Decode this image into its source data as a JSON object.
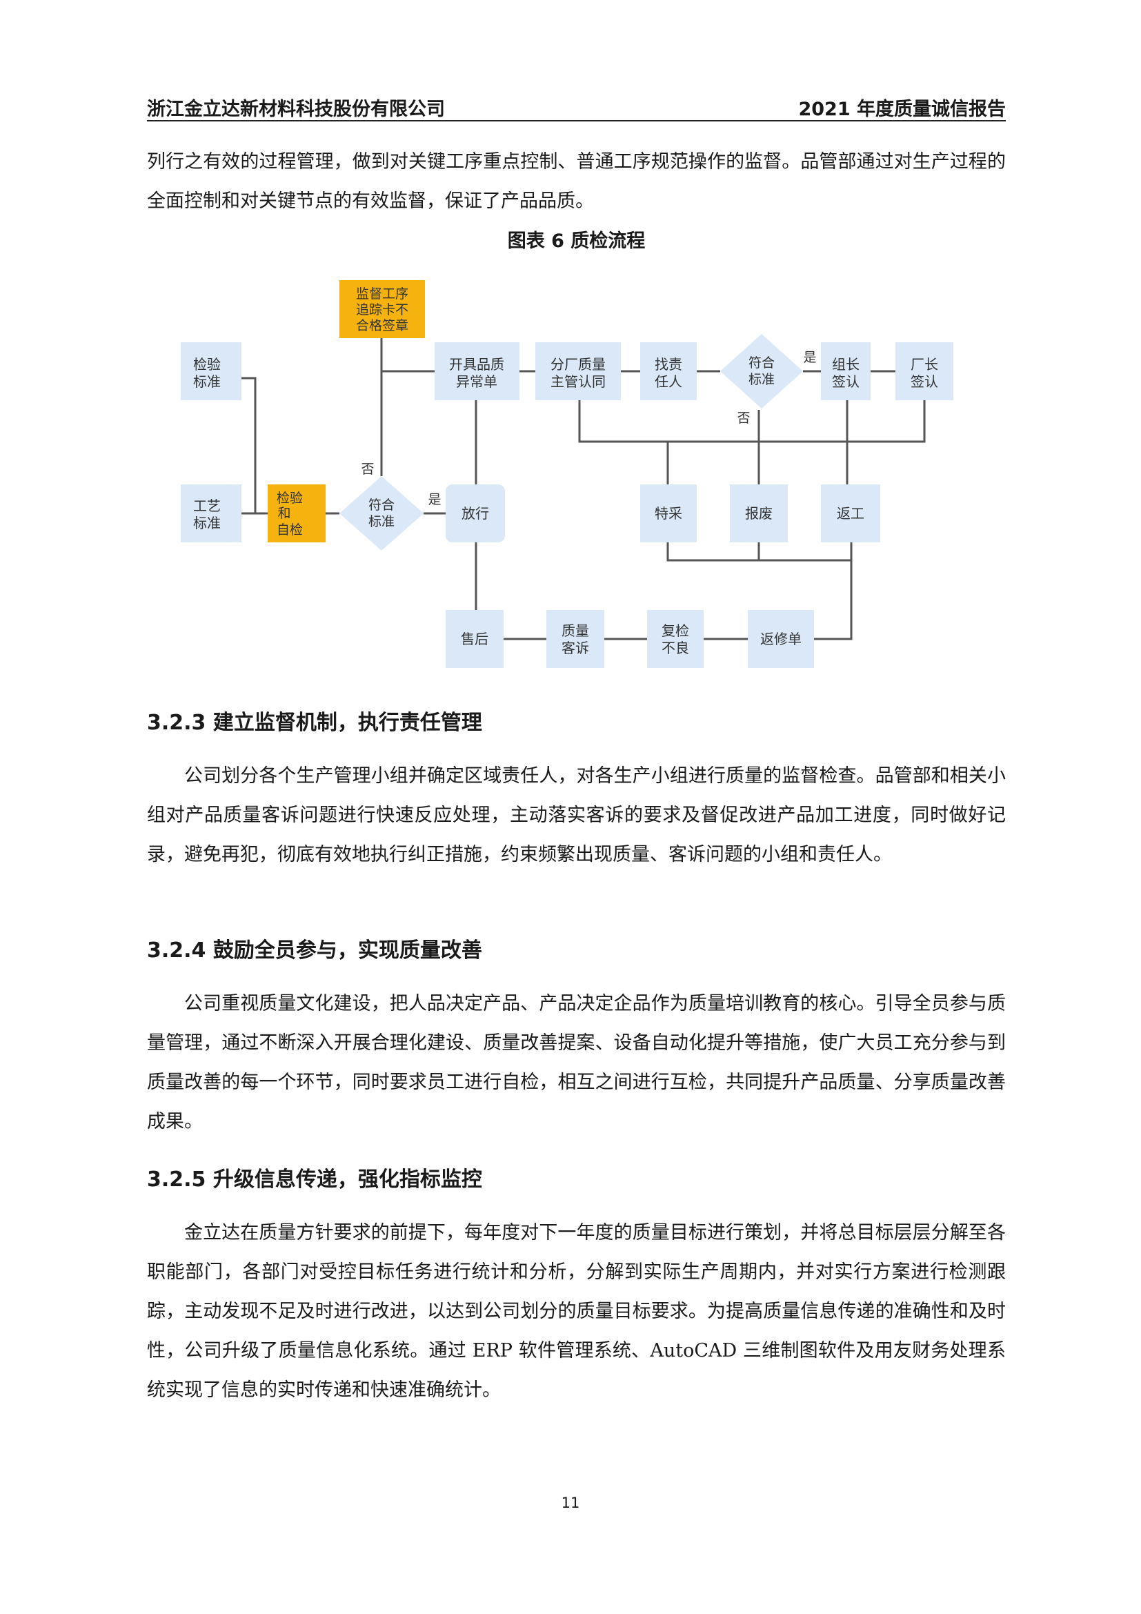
{
  "header": {
    "company": "浙江金立达新材料科技股份有限公司",
    "report": "2021 年度质量诚信报告"
  },
  "intro_text": "列行之有效的过程管理，做到对关键工序重点控制、普通工序规范操作的监督。品管部通过对生产过程的全面控制和对关键节点的有效监督，保证了产品品质。",
  "figure_caption": "图表 6  质检流程",
  "flow": {
    "jianyan_biaozhun": [
      "检验",
      "标准"
    ],
    "gongyi_biaozhun": [
      "工艺",
      "标准"
    ],
    "jianyan_zijian": [
      "检验",
      "和",
      "自检"
    ],
    "jiandu_card": [
      "监督工序",
      "追踪卡不",
      "合格签章"
    ],
    "fuhe_1": [
      "符合",
      "标准"
    ],
    "kaiju": [
      "开具品质",
      "异常单"
    ],
    "fangxing": [
      "放行"
    ],
    "fenchang": [
      "分厂质量",
      "主管认同"
    ],
    "zhaoze": [
      "找责",
      "任人"
    ],
    "fuhe_2": [
      "符合",
      "标准"
    ],
    "zuzhang": [
      "组长",
      "签认"
    ],
    "changzhang": [
      "厂长",
      "签认"
    ],
    "tecai": [
      "特采"
    ],
    "baofei": [
      "报废"
    ],
    "fangong": [
      "返工"
    ],
    "shouhou": [
      "售后"
    ],
    "kesu": [
      "质量",
      "客诉"
    ],
    "fujian": [
      "复检",
      "不良"
    ],
    "fanxiu": [
      "返修单"
    ],
    "label_yes_1": "是",
    "label_no_1": "否",
    "label_yes_2": "是",
    "label_no_2": "否"
  },
  "sections": [
    {
      "heading": "3.2.3 建立监督机制，执行责任管理",
      "text": "公司划分各个生产管理小组并确定区域责任人，对各生产小组进行质量的监督检查。品管部和相关小组对产品质量客诉问题进行快速反应处理，主动落实客诉的要求及督促改进产品加工进度，同时做好记录，避免再犯，彻底有效地执行纠正措施，约束频繁出现质量、客诉问题的小组和责任人。"
    },
    {
      "heading": "3.2.4 鼓励全员参与，实现质量改善",
      "text": "公司重视质量文化建设，把人品决定产品、产品决定企品作为质量培训教育的核心。引导全员参与质量管理，通过不断深入开展合理化建设、质量改善提案、设备自动化提升等措施，使广大员工充分参与到质量改善的每一个环节，同时要求员工进行自检，相互之间进行互检，共同提升产品质量、分享质量改善成果。"
    },
    {
      "heading": "3.2.5 升级信息传递，强化指标监控",
      "text": "金立达在质量方针要求的前提下，每年度对下一年度的质量目标进行策划，并将总目标层层分解至各职能部门，各部门对受控目标任务进行统计和分析，分解到实际生产周期内，并对实行方案进行检测跟踪，主动发现不足及时进行改进，以达到公司划分的质量目标要求。为提高质量信息传递的准确性和及时性，公司升级了质量信息化系统。通过 ERP 软件管理系统、AutoCAD 三维制图软件及用友财务处理系统实现了信息的实时传递和快速准确统计。"
    }
  ],
  "page_number": "11",
  "colors": {
    "box_blue": "#dae8f8",
    "box_orange": "#f6b30f",
    "line": "#555555"
  }
}
